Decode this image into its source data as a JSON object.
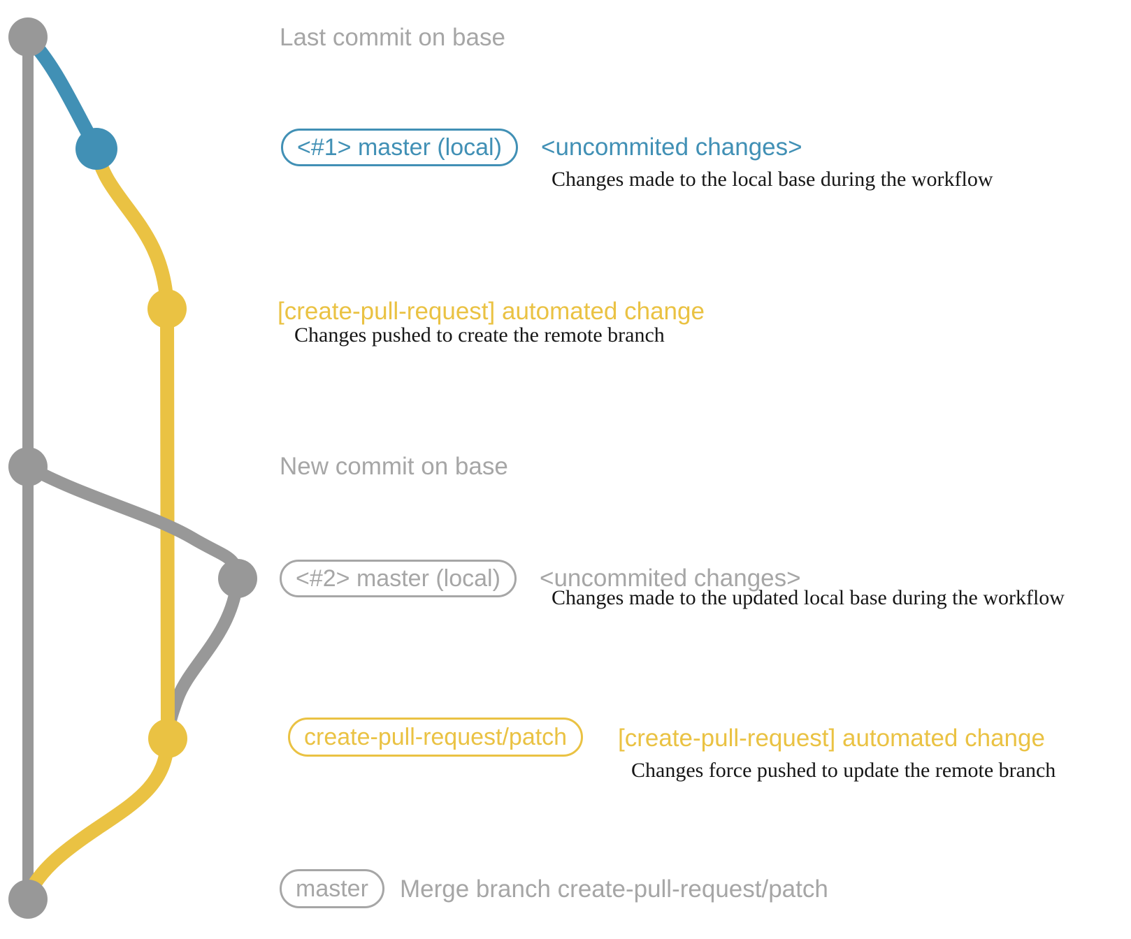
{
  "colors": {
    "branch_gray": "#989898",
    "branch_blue": "#4190b5",
    "branch_yellow": "#eac243",
    "label_gray": "#a6a6a6",
    "label_blue": "#4190b5",
    "label_yellow": "#eac243",
    "description_black": "#161616",
    "background": "#ffffff"
  },
  "graph": {
    "branches": [
      {
        "name": "base (master)",
        "color_key": "branch_gray"
      },
      {
        "name": "master (local)",
        "color_key": "branch_blue"
      },
      {
        "name": "create-pull-request/patch",
        "color_key": "branch_yellow"
      }
    ],
    "commit_count": 7
  },
  "rows": [
    {
      "title": "Last commit on base",
      "color": "gray"
    },
    {
      "badge": "<#1> master (local)",
      "note": "<uncommited changes>",
      "desc": "Changes made to the local base during the workflow",
      "color": "blue"
    },
    {
      "note": "[create-pull-request] automated change",
      "desc": "Changes pushed to create the remote branch",
      "color": "yellow"
    },
    {
      "title": "New commit on base",
      "color": "gray"
    },
    {
      "badge": "<#2> master (local)",
      "note": "<uncommited changes>",
      "desc": "Changes made to the updated local base during the workflow",
      "color": "gray"
    },
    {
      "badge": "create-pull-request/patch",
      "note": "[create-pull-request] automated change",
      "desc": "Changes force pushed to update the remote branch",
      "color": "yellow"
    },
    {
      "badge": "master",
      "note": "Merge branch create-pull-request/patch",
      "color": "gray"
    }
  ]
}
